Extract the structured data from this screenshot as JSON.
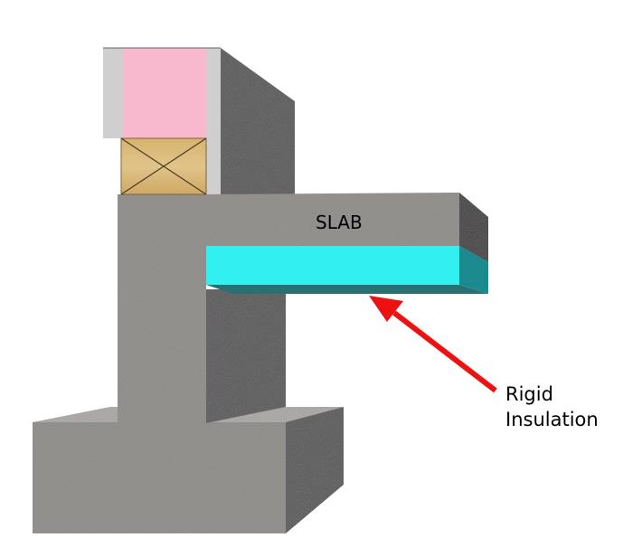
{
  "labels": {
    "slab": "SLAB",
    "callout_line1": "Rigid",
    "callout_line2": "Insulation"
  },
  "colors": {
    "concrete_front": "#8d8a87",
    "concrete_side": "#585757",
    "concrete_top": "#a9a6a4",
    "concrete_dark": "#3f3e3e",
    "insulation_front": "#33f0f0",
    "insulation_side": "#1a8a8f",
    "insulation_batt": "#f8b9cf",
    "wall_sheathing": "#cfcfcf",
    "sill_plate": "#d9b778",
    "arrow": "#ee1111"
  }
}
